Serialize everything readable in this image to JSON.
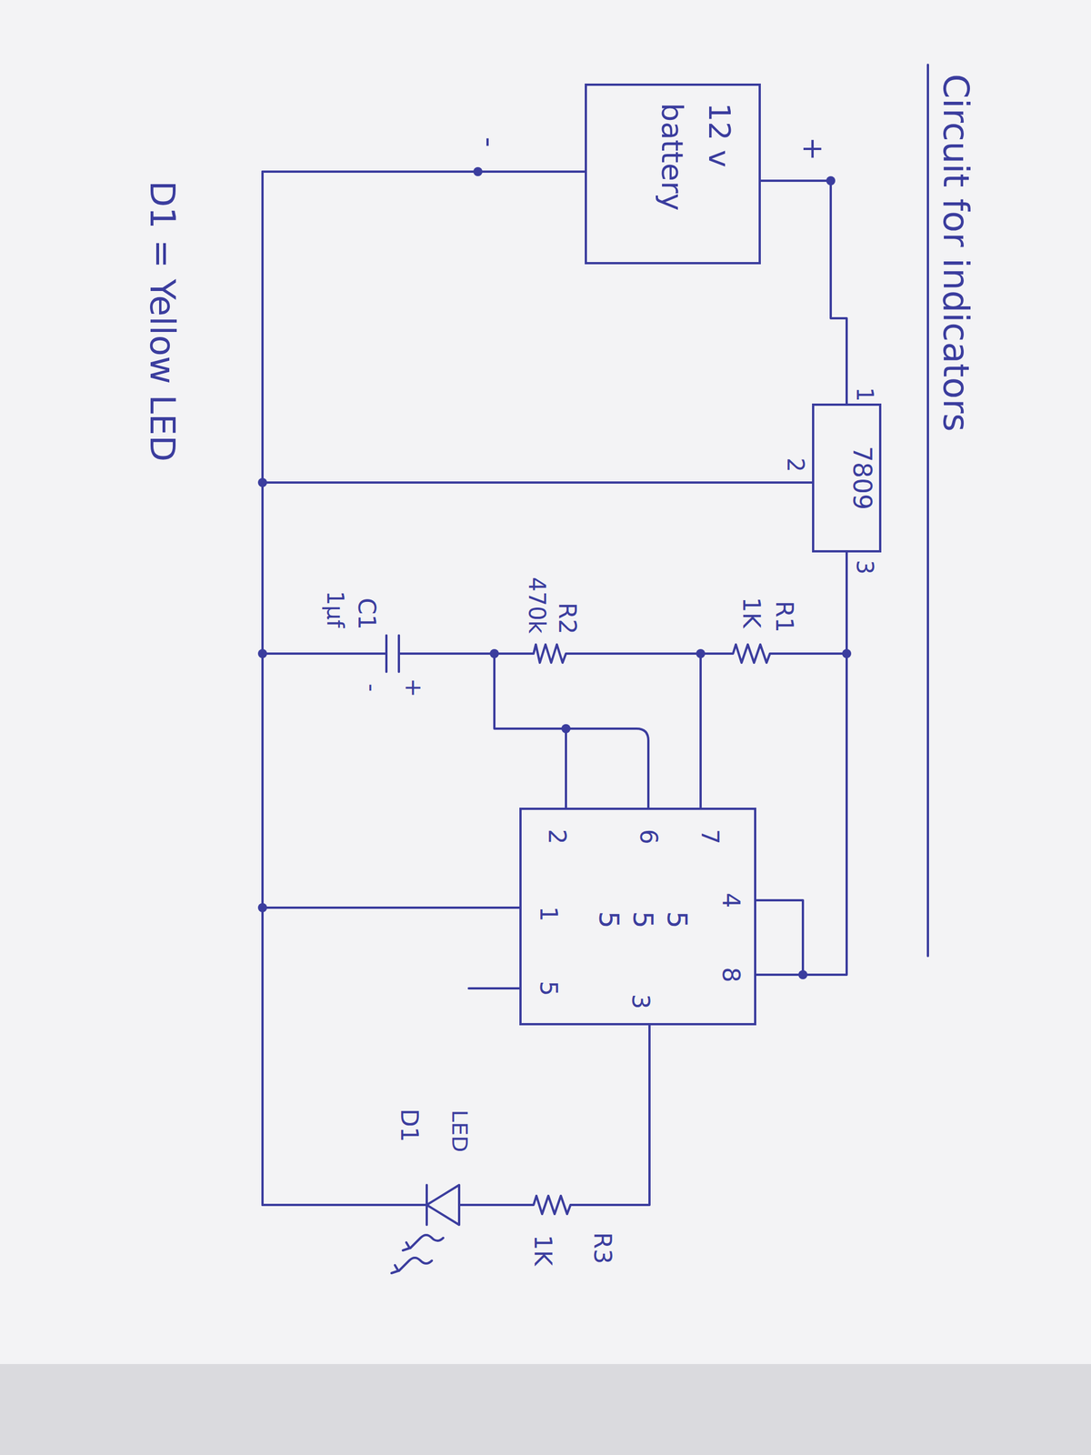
{
  "diagram": {
    "title": "Circuit for indicators",
    "nodes": [
      {
        "text": [
          "12 v battery"
        ]
      },
      {
        "text": [
          "7809"
        ]
      },
      {
        "text": [
          "555"
        ]
      }
    ],
    "edges": [
      {
        "from": 0,
        "to": 1,
        "arrow": "none"
      },
      {
        "from": 0,
        "to": 1,
        "arrow": "none"
      },
      {
        "from": 1,
        "to": 2,
        "arrow": "none"
      },
      {
        "from": 2,
        "to": 0,
        "arrow": "none"
      }
    ],
    "labels": [
      "+",
      "-",
      "1",
      "2",
      "3",
      "R1",
      "1K",
      "R2",
      "470k",
      "C1",
      "1µf",
      "+",
      "-",
      "7",
      "6",
      "2",
      "4",
      "8",
      "1",
      "5",
      "3",
      "R3",
      "1K",
      "LED",
      "D1",
      "D1 = Yellow LED"
    ]
  }
}
